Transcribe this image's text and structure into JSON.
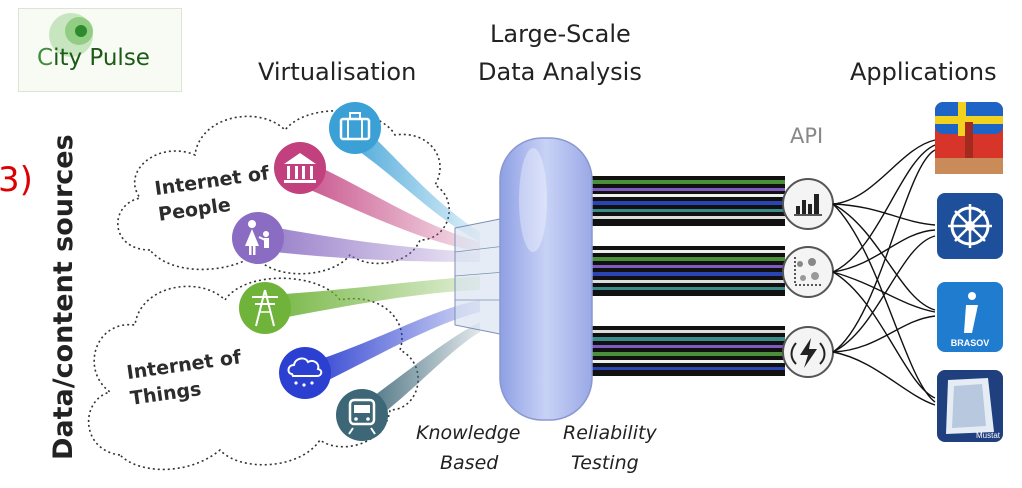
{
  "logo": {
    "first_letter": "C",
    "word": "ity Pulse"
  },
  "headers": {
    "virtualisation": "Virtualisation",
    "analysis_line1": "Large-Scale",
    "analysis_line2": "Data Analysis",
    "applications": "Applications",
    "api": "API"
  },
  "side_label": "Data/content sources",
  "clouds": {
    "people_line1": "Internet of",
    "people_line2": "People",
    "things_line1": "Internet of",
    "things_line2": "Things"
  },
  "bottom": {
    "knowledge_line1": "Knowledge",
    "knowledge_line2": "Based",
    "reliability_line1": "Reliability",
    "reliability_line2": "Testing"
  },
  "edge_mark": "3)",
  "app_labels": {
    "brasov": "BRASOV",
    "fourth": "Mustat"
  },
  "source_icons": [
    {
      "icon": "briefcase-icon",
      "color": "#3aa0d6"
    },
    {
      "icon": "bank-icon",
      "color": "#c2407e"
    },
    {
      "icon": "family-icon",
      "color": "#8a6cc2"
    },
    {
      "icon": "power-pylon-icon",
      "color": "#6fb33a"
    },
    {
      "icon": "weather-cloud-icon",
      "color": "#2b3fd0"
    },
    {
      "icon": "train-icon",
      "color": "#3d6777"
    }
  ],
  "api_icons": [
    "bar-chart-icon",
    "scatter-plot-icon",
    "lightning-icon"
  ],
  "app_icons": [
    "flag-landmark-icon",
    "ship-wheel-icon",
    "info-icon",
    "document-icon"
  ]
}
